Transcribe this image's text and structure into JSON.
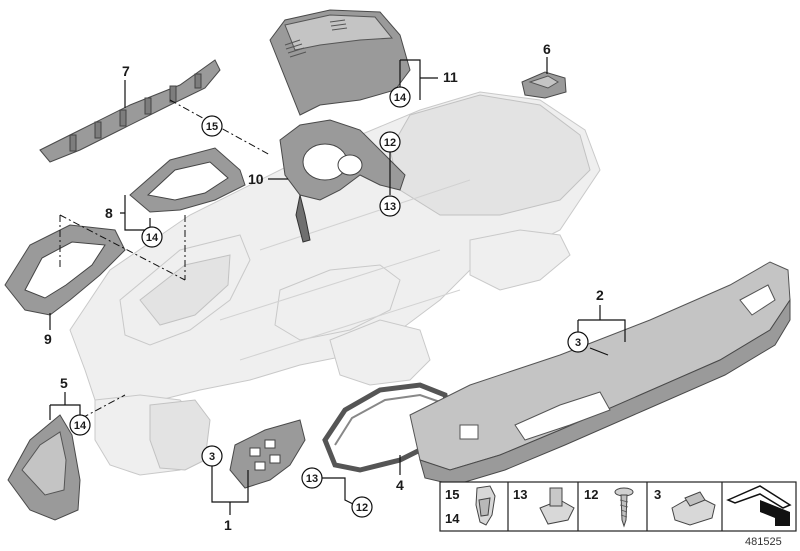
{
  "diagram": {
    "part_numbers": [
      "1",
      "2",
      "3",
      "4",
      "5",
      "6",
      "7",
      "8",
      "9",
      "10",
      "11"
    ],
    "circled_numbers": [
      "3",
      "12",
      "13",
      "14",
      "15"
    ],
    "legend": {
      "items": [
        {
          "labels": [
            "15",
            "14"
          ],
          "icon": "spring-clip-icon"
        },
        {
          "labels": [
            "13"
          ],
          "icon": "speed-nut-icon"
        },
        {
          "labels": [
            "12"
          ],
          "icon": "screw-icon"
        },
        {
          "labels": [
            "3"
          ],
          "icon": "clip-nut-icon"
        },
        {
          "labels": [],
          "icon": "bracket-shape-icon"
        }
      ]
    },
    "image_number": "481525"
  }
}
